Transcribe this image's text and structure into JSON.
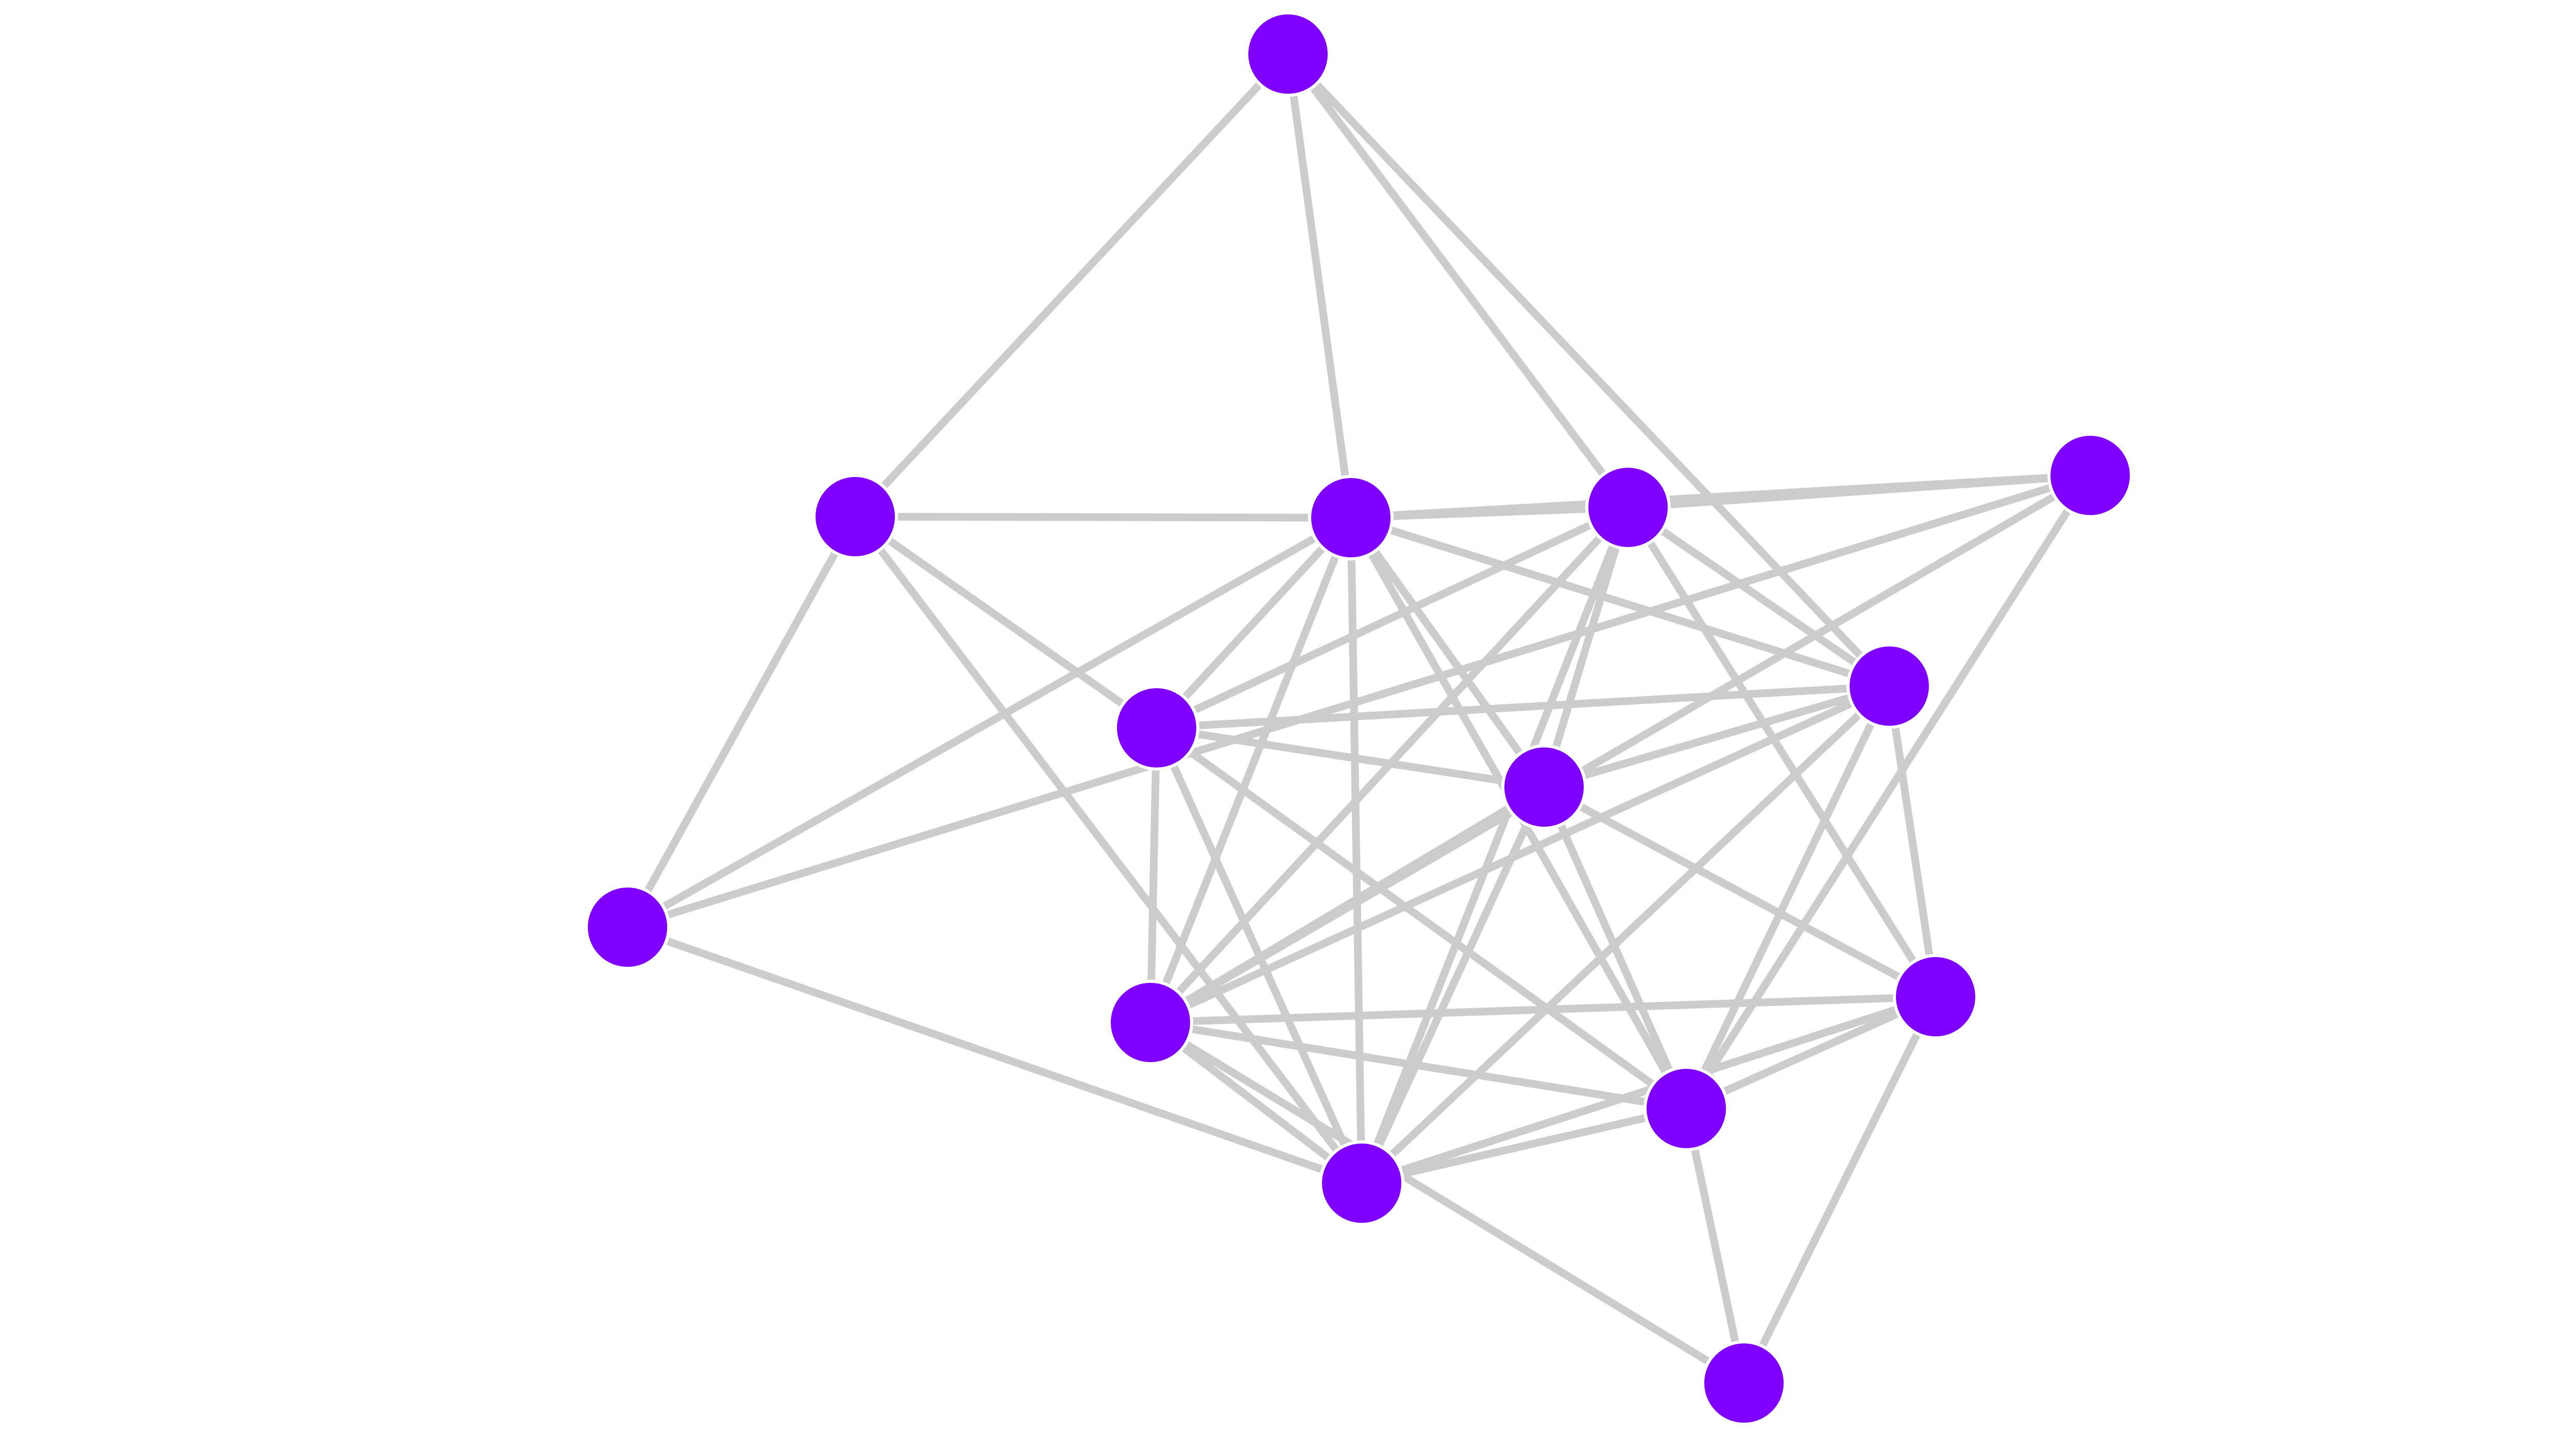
{
  "diagram": {
    "type": "network-graph",
    "directed": false,
    "labels_shown": false,
    "style": {
      "background": "#ffffff",
      "node_color": "#7f00ff",
      "node_stroke": "#ffffff",
      "edge_color": "#cccccc"
    },
    "nodes": [
      {
        "id": "n0"
      },
      {
        "id": "n1"
      },
      {
        "id": "n2"
      },
      {
        "id": "n3"
      },
      {
        "id": "n4"
      },
      {
        "id": "n5"
      },
      {
        "id": "n6"
      },
      {
        "id": "n7"
      },
      {
        "id": "n8"
      },
      {
        "id": "n9"
      },
      {
        "id": "n10"
      },
      {
        "id": "n11"
      },
      {
        "id": "n12"
      },
      {
        "id": "n13"
      }
    ],
    "edges": [
      [
        "n0",
        "n1"
      ],
      [
        "n0",
        "n2"
      ],
      [
        "n0",
        "n3"
      ],
      [
        "n0",
        "n8"
      ],
      [
        "n1",
        "n2"
      ],
      [
        "n1",
        "n5"
      ],
      [
        "n1",
        "n6"
      ],
      [
        "n1",
        "n10"
      ],
      [
        "n2",
        "n3"
      ],
      [
        "n2",
        "n4"
      ],
      [
        "n2",
        "n5"
      ],
      [
        "n2",
        "n6"
      ],
      [
        "n2",
        "n7"
      ],
      [
        "n2",
        "n8"
      ],
      [
        "n2",
        "n9"
      ],
      [
        "n2",
        "n10"
      ],
      [
        "n2",
        "n11"
      ],
      [
        "n3",
        "n4"
      ],
      [
        "n3",
        "n6"
      ],
      [
        "n3",
        "n7"
      ],
      [
        "n3",
        "n8"
      ],
      [
        "n3",
        "n9"
      ],
      [
        "n3",
        "n10"
      ],
      [
        "n3",
        "n12"
      ],
      [
        "n4",
        "n5"
      ],
      [
        "n4",
        "n9"
      ],
      [
        "n4",
        "n11"
      ],
      [
        "n5",
        "n10"
      ],
      [
        "n6",
        "n7"
      ],
      [
        "n6",
        "n8"
      ],
      [
        "n6",
        "n9"
      ],
      [
        "n6",
        "n10"
      ],
      [
        "n6",
        "n11"
      ],
      [
        "n7",
        "n8"
      ],
      [
        "n7",
        "n9"
      ],
      [
        "n7",
        "n10"
      ],
      [
        "n7",
        "n11"
      ],
      [
        "n7",
        "n12"
      ],
      [
        "n8",
        "n9"
      ],
      [
        "n8",
        "n10"
      ],
      [
        "n8",
        "n11"
      ],
      [
        "n8",
        "n12"
      ],
      [
        "n9",
        "n10"
      ],
      [
        "n9",
        "n11"
      ],
      [
        "n9",
        "n12"
      ],
      [
        "n9",
        "n13"
      ],
      [
        "n10",
        "n11"
      ],
      [
        "n10",
        "n12"
      ],
      [
        "n11",
        "n12"
      ],
      [
        "n11",
        "n13"
      ],
      [
        "n12",
        "n13"
      ]
    ]
  }
}
